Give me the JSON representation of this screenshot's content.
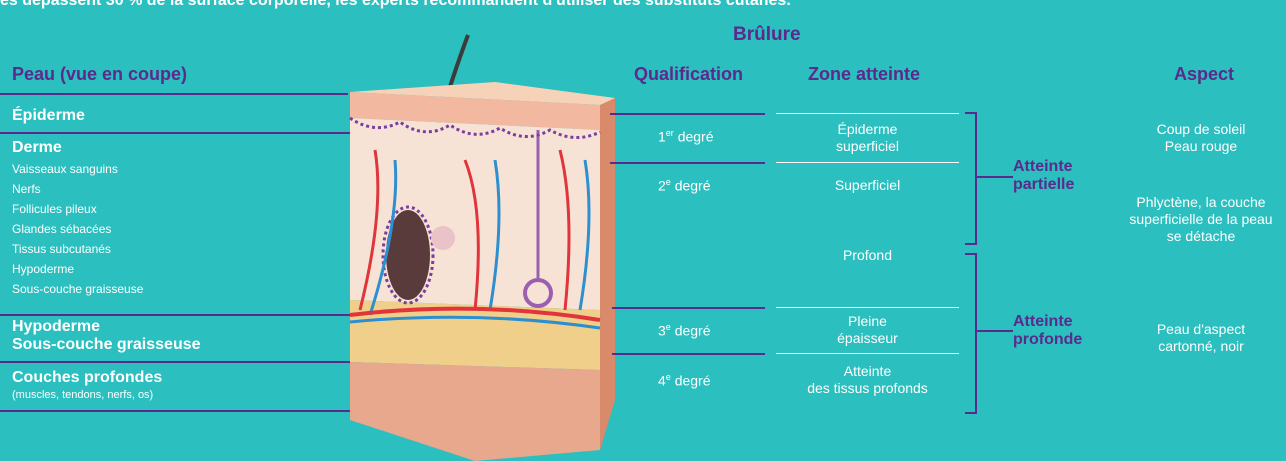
{
  "intro_text": "es dépassent 30 % de la surface corporelle, les experts recommandent d'utiliser des substituts cutanés.",
  "left": {
    "header": "Peau (vue en coupe)",
    "epiderme": "Épiderme",
    "derme": "Derme",
    "derme_items": [
      "Vaisseaux sanguins",
      "Nerfs",
      "Follicules pileux",
      "Glandes sébacées",
      "Tissus subcutanés",
      "Hypoderme",
      "Sous-couche graisseuse"
    ],
    "hypoderme": "Hypoderme",
    "sous_couche": "Sous-couche graisseuse",
    "couches": "Couches profondes",
    "couches_sub": "(muscles, tendons, nerfs, os)"
  },
  "table": {
    "title": "Brûlure",
    "col_qualification": "Qualification",
    "col_zone": "Zone atteinte",
    "col_aspect": "Aspect",
    "degrees": [
      {
        "num": "1",
        "sup": "er",
        "word": "degré"
      },
      {
        "num": "2",
        "sup": "e",
        "word": "degré"
      },
      {
        "num": "3",
        "sup": "e",
        "word": "degré"
      },
      {
        "num": "4",
        "sup": "e",
        "word": "degré"
      }
    ],
    "zones": {
      "z1a": "Épiderme",
      "z1b": "superficiel",
      "z2": "Superficiel",
      "z3": "Profond",
      "z4a": "Pleine",
      "z4b": "épaisseur",
      "z5a": "Atteinte",
      "z5b": "des tissus profonds"
    },
    "atteinte_partielle": [
      "Atteinte",
      "partielle"
    ],
    "atteinte_profonde": [
      "Atteinte",
      "profonde"
    ],
    "aspects": {
      "a1a": "Coup de soleil",
      "a1b": "Peau rouge",
      "a2a": "Phlyctène, la couche",
      "a2b": "superficielle de la peau",
      "a2c": "se détache",
      "a3a": "Peau d'aspect",
      "a3b": "cartonné, noir"
    }
  },
  "colors": {
    "background": "#2bbfbf",
    "accent": "#5b2a8c",
    "text": "#ffffff"
  }
}
